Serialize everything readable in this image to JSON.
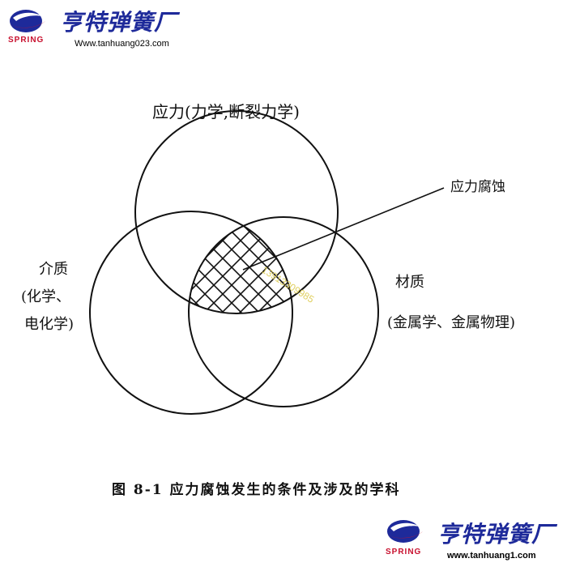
{
  "header_logo": {
    "title": "亨特弹簧厂",
    "spring_text": "SPRING",
    "url": "Www.tanhuang023.com"
  },
  "footer_logo": {
    "title": "亨特弹簧厂",
    "spring_text": "SPRING",
    "url": "www.tanhuang1.com"
  },
  "diagram": {
    "top_label": "应力(力学,断裂力学)",
    "intersection_label": "应力腐蚀",
    "left_label_line1": "介质",
    "left_label_line2": "(化学、",
    "left_label_line3": "电化学)",
    "right_label_line1": "材质",
    "right_label_line2": "(金属学、金属物理)",
    "watermark": "13913309985"
  },
  "caption": "图 8-1  应力腐蚀发生的条件及涉及的学科"
}
